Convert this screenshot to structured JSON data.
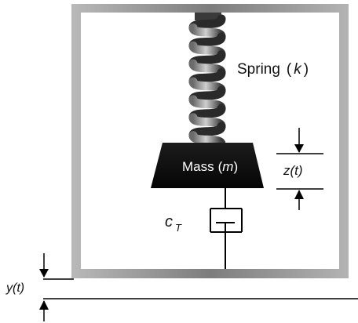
{
  "diagram": {
    "spring_label": {
      "text": "Spring",
      "open": "(",
      "symbol": "k",
      "close": ")"
    },
    "mass_label": {
      "text": "Mass",
      "open": "(",
      "symbol": "m",
      "close": ")"
    },
    "damper_label": {
      "symbol": "c",
      "subscript": "T"
    },
    "relative_displacement_label": "z(t)",
    "base_displacement_label": "y(t)"
  },
  "colors": {
    "frame": "#8a8a8a",
    "mass": "#111111",
    "spring": "#2a2a2a",
    "line": "#000000"
  }
}
